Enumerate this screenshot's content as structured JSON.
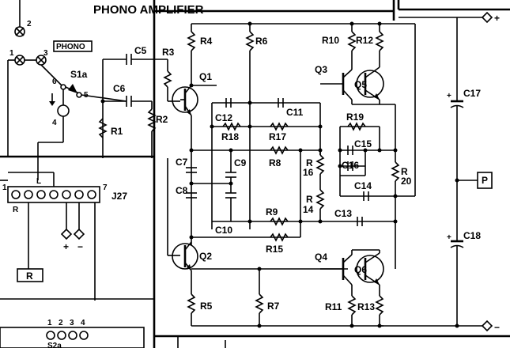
{
  "title": "PHONO AMPLIFIER",
  "switch": {
    "name": "S1a",
    "phono_label": "PHONO",
    "pins": [
      "1",
      "2",
      "3",
      "4",
      "5",
      "6"
    ]
  },
  "connector": {
    "name": "J27",
    "pin_first": "1",
    "pin_last": "7",
    "r_label": "R",
    "plus": "+",
    "minus": "−",
    "r_box": "R"
  },
  "switch2": {
    "name": "S2a",
    "pins": [
      "1",
      "2",
      "3",
      "4"
    ]
  },
  "resistors": {
    "r1": "R1",
    "r2": "R2",
    "r3": "R3",
    "r4": "R4",
    "r5": "R5",
    "r6": "R6",
    "r7": "R7",
    "r8": "R8",
    "r9": "R9",
    "r10": "R10",
    "r11": "R11",
    "r12": "R12",
    "r13": "R13",
    "r14a": "R",
    "r14b": "14",
    "r15": "R15",
    "r16a": "R",
    "r16b": "16",
    "r17": "R17",
    "r18": "R18",
    "r19": "R19",
    "r20a": "R",
    "r20b": "20"
  },
  "capacitors": {
    "c5": "C5",
    "c6": "C6",
    "c7": "C7",
    "c8": "C8",
    "c9": "C9",
    "c10": "C10",
    "c11": "C11",
    "c12": "C12",
    "c13": "C13",
    "c14": "C14",
    "c15": "C15",
    "c16": "C16",
    "c17": "C17",
    "c18": "C18"
  },
  "transistors": {
    "q1": "Q1",
    "q2": "Q2",
    "q3": "Q3",
    "q4": "Q4",
    "q5": "Q5",
    "q6": "Q6"
  },
  "output": {
    "p": "P",
    "plus": "+",
    "minus": "−",
    "c17_plus": "+",
    "c18_plus": "+"
  }
}
